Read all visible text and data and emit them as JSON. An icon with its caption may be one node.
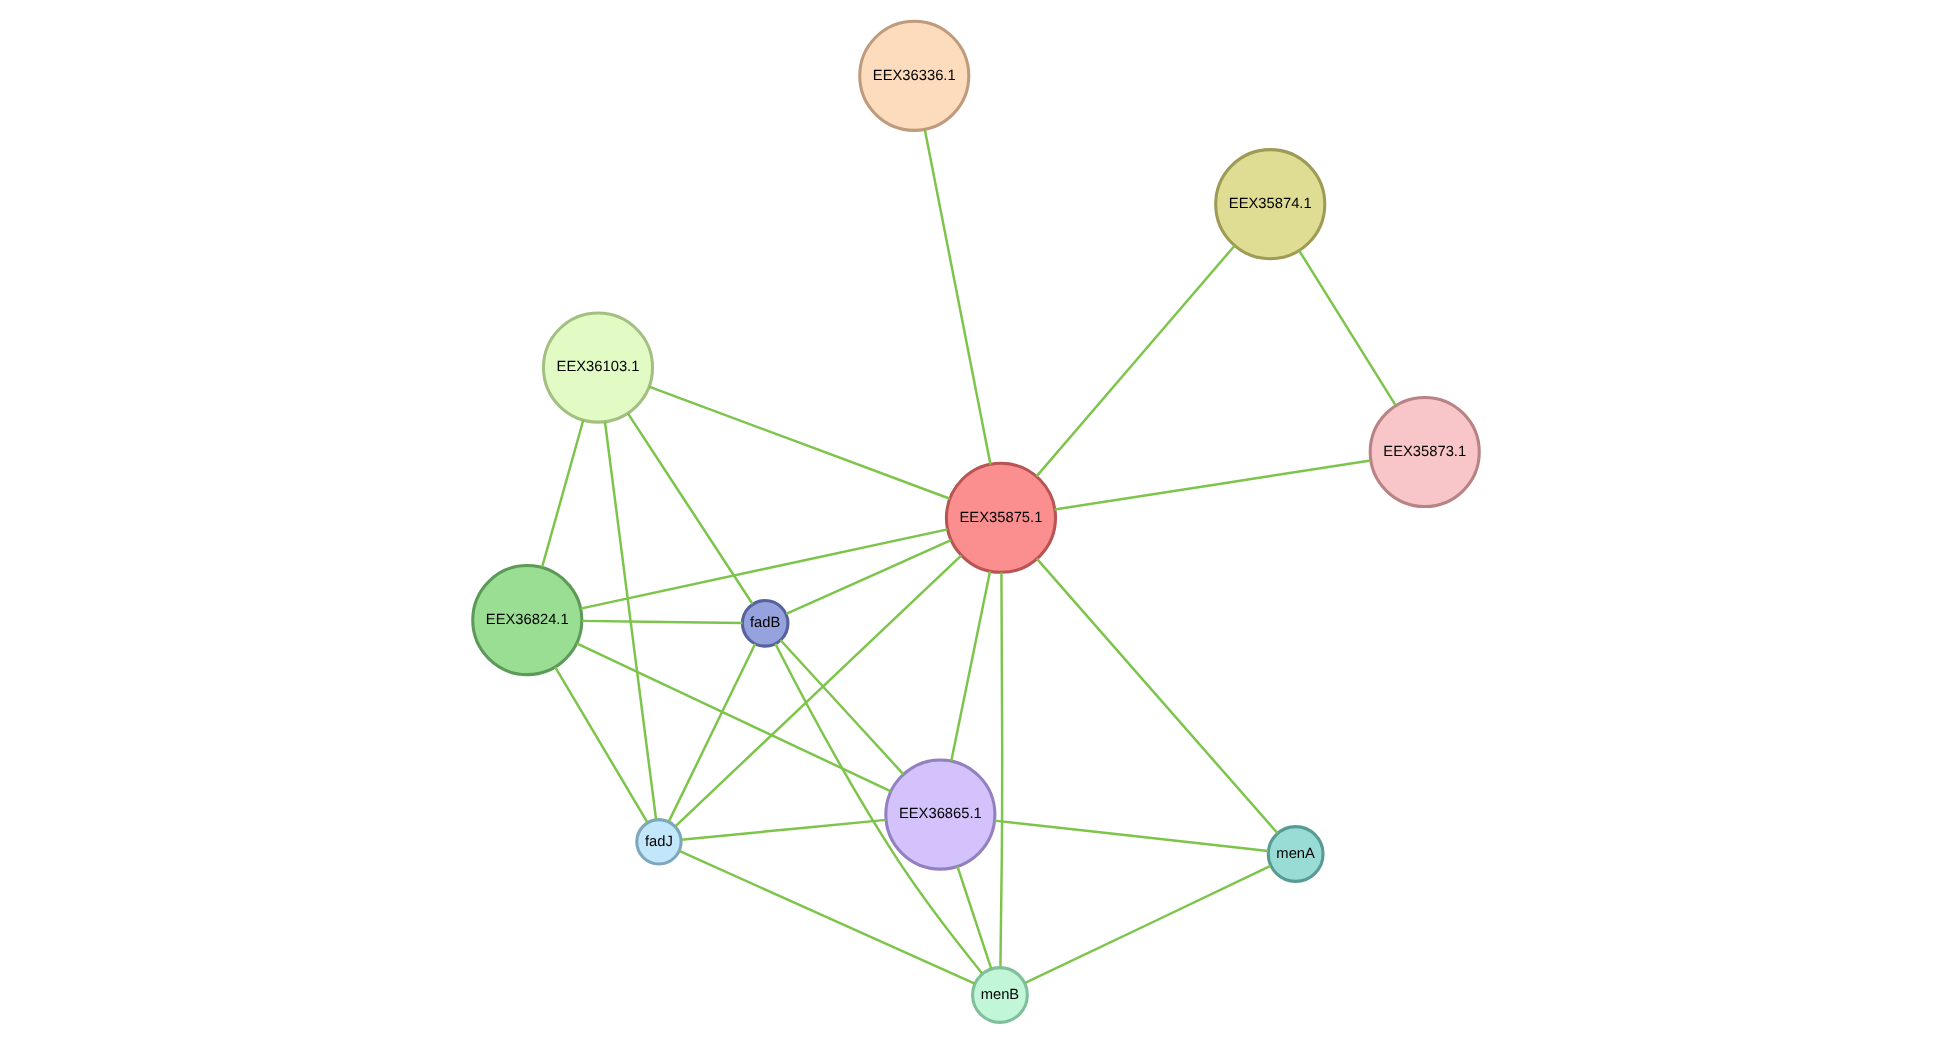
{
  "diagram": {
    "nodes": [
      {
        "text": [
          "EEX36336.1"
        ]
      },
      {
        "text": [
          "EEX35873.1"
        ]
      },
      {
        "text": [
          "EEX36824.1"
        ]
      },
      {
        "text": [
          "EEX36103.1"
        ]
      },
      {
        "text": [
          "EEX35875.1"
        ]
      },
      {
        "text": [
          "fadJ"
        ]
      },
      {
        "text": [
          "EEX35874.1"
        ]
      },
      {
        "text": [
          "fadB"
        ]
      },
      {
        "text": [
          "EEX36865.1"
        ]
      },
      {
        "text": [
          "menB"
        ]
      },
      {
        "text": [
          "menA"
        ]
      }
    ],
    "edges": [
      {
        "from": 0,
        "to": 4,
        "arrow": "none"
      },
      {
        "from": 1,
        "to": 4,
        "arrow": "none"
      },
      {
        "from": 1,
        "to": 6,
        "arrow": "none"
      },
      {
        "from": 6,
        "to": 4,
        "arrow": "none"
      },
      {
        "from": 4,
        "to": 2,
        "arrow": "none"
      },
      {
        "from": 4,
        "to": 3,
        "arrow": "none"
      },
      {
        "from": 4,
        "to": 5,
        "arrow": "none"
      },
      {
        "from": 4,
        "to": 7,
        "arrow": "none"
      },
      {
        "from": 4,
        "to": 8,
        "arrow": "none"
      },
      {
        "from": 4,
        "to": 9,
        "arrow": "none"
      },
      {
        "from": 4,
        "to": 10,
        "arrow": "none"
      },
      {
        "from": 2,
        "to": 3,
        "arrow": "none"
      },
      {
        "from": 2,
        "to": 5,
        "arrow": "none"
      },
      {
        "from": 2,
        "to": 7,
        "arrow": "none"
      },
      {
        "from": 2,
        "to": 8,
        "arrow": "none"
      },
      {
        "from": 3,
        "to": 5,
        "arrow": "none"
      },
      {
        "from": 3,
        "to": 7,
        "arrow": "none"
      },
      {
        "from": 5,
        "to": 7,
        "arrow": "none"
      },
      {
        "from": 5,
        "to": 8,
        "arrow": "none"
      },
      {
        "from": 5,
        "to": 9,
        "arrow": "none"
      },
      {
        "from": 7,
        "to": 8,
        "arrow": "none"
      },
      {
        "from": 7,
        "to": 9,
        "arrow": "none"
      },
      {
        "from": 8,
        "to": 9,
        "arrow": "none"
      },
      {
        "from": 8,
        "to": 10,
        "arrow": "none"
      },
      {
        "from": 9,
        "to": 10,
        "arrow": "none"
      }
    ]
  }
}
